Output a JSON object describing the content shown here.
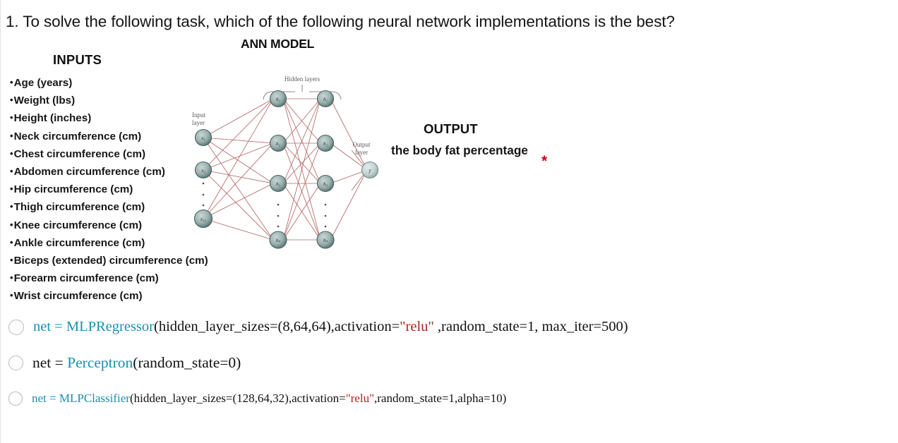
{
  "question": {
    "number": "1.",
    "text": "1. To solve the following task, which of the following neural network implementations is the best?"
  },
  "slide": {
    "inputs_heading": "INPUTS",
    "inputs": [
      "Age (years)",
      "Weight (lbs)",
      "Height (inches)",
      "Neck circumference (cm)",
      "Chest circumference (cm)",
      "Abdomen circumference (cm)",
      "Hip circumference (cm)",
      "Thigh circumference (cm)",
      "Knee circumference (cm)",
      "Ankle circumference (cm)",
      "Biceps (extended) circumference (cm)",
      "Forearm circumference (cm)",
      "Wrist circumference (cm)"
    ],
    "diagram_title": "ANN MODEL",
    "labels": {
      "input_layer": "Input layer",
      "input_layer_line1": "Input",
      "input_layer_line2": "layer",
      "hidden_layers": "Hidden layers",
      "output_layer_line1": "Output",
      "output_layer_line2": "layer"
    },
    "nodes": {
      "input": [
        "x₁",
        "x₂",
        "x₁₃"
      ],
      "hidden1": [
        "h₁",
        "h₂",
        "h₃",
        "hₙ"
      ],
      "hidden2": [
        "h₁",
        "h₂",
        "h₃",
        "hₙ"
      ],
      "output": "y"
    },
    "output_heading": "OUTPUT",
    "output_subtitle": "the body fat percentage",
    "required_marker": "*"
  },
  "options": [
    {
      "id": "option-mlpregressor",
      "selected": false,
      "tokens": [
        {
          "text": "net = ",
          "color": "teal"
        },
        {
          "text": "MLPRegressor",
          "color": "teal"
        },
        {
          "text": "(hidden_layer_sizes=(8,64,64),activation=",
          "color": "dark"
        },
        {
          "text": "\"relu\"",
          "color": "red"
        },
        {
          "text": " ,random_state=1, max_iter=500)",
          "color": "dark"
        }
      ],
      "plain": "net = MLPRegressor(hidden_layer_sizes=(8,64,64),activation=\"relu\" ,random_state=1, max_iter=500)"
    },
    {
      "id": "option-perceptron",
      "selected": false,
      "tokens": [
        {
          "text": "net = ",
          "color": "dark"
        },
        {
          "text": "Perceptron",
          "color": "teal"
        },
        {
          "text": "(random_state=0)",
          "color": "dark"
        }
      ],
      "plain": "net = Perceptron(random_state=0)"
    },
    {
      "id": "option-mlpclassifier",
      "selected": false,
      "tokens": [
        {
          "text": "net = ",
          "color": "teal"
        },
        {
          "text": "MLPClassifier",
          "color": "teal"
        },
        {
          "text": "(hidden_layer_sizes=(128,64,32),activation=",
          "color": "dark"
        },
        {
          "text": "\"relu\"",
          "color": "red"
        },
        {
          "text": ",random_state=1,alpha=10)",
          "color": "dark"
        }
      ],
      "plain": "net = MLPClassifier(hidden_layer_sizes=(128,64,32),activation=\"relu\",random_state=1,alpha=10)"
    }
  ],
  "colors": {
    "teal": "#1a8fb0",
    "red_string": "#b42020",
    "asterisk_red": "#d0021b",
    "edge_red": "#b05a5a",
    "node_fill": "#8fa9a9",
    "text": "#111111",
    "radio_border": "#b4b9c2",
    "background": "#ffffff"
  }
}
